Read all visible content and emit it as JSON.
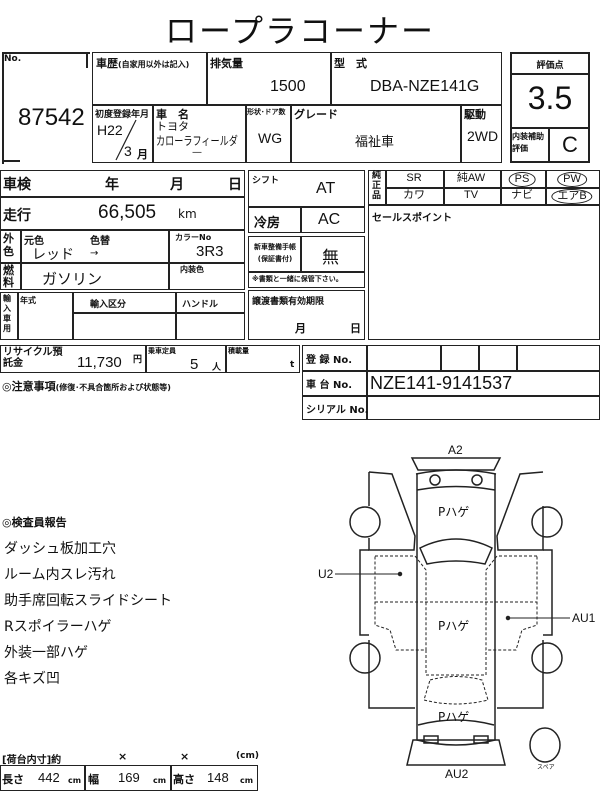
{
  "title": "ロープラコーナー",
  "no": {
    "label": "No.",
    "value": "87542"
  },
  "history": {
    "label": "車歴",
    "note": "(自家用以外は記入)"
  },
  "displacement": {
    "label": "排気量",
    "value": "1500"
  },
  "model_code": {
    "label": "型　式",
    "value": "DBA-NZE141G"
  },
  "first_reg": {
    "label": "初度登録年月",
    "year": "H22",
    "month": "3",
    "month_unit": "月"
  },
  "car_name": {
    "label": "車　名",
    "maker": "トヨタ",
    "model": "カローラフィールダ",
    "sub": "—"
  },
  "body": {
    "label": "形状･ドア数",
    "value": "WG"
  },
  "grade": {
    "label": "グレード",
    "value": "福祉車"
  },
  "drive": {
    "label": "駆動",
    "value": "2WD"
  },
  "score": {
    "label": "評価点",
    "value": "3.5",
    "interior_label": "内装補助評価",
    "interior_value": "C"
  },
  "inspection": {
    "label": "車検",
    "year": "年",
    "month": "月",
    "day": "日"
  },
  "mileage": {
    "label": "走行",
    "value": "66,505",
    "unit": "km"
  },
  "color": {
    "label": "外色",
    "orig_label": "元色",
    "change_label": "色替",
    "value": "レッド",
    "arrow": "→",
    "code_label": "カラーNo",
    "code": "3R3"
  },
  "fuel": {
    "label": "燃料",
    "value": "ガソリン",
    "interior_color_label": "内装色"
  },
  "import": {
    "label": "輸入車用",
    "year": "年式",
    "division": "輸入区分",
    "handle": "ハンドル"
  },
  "shift": {
    "label": "シフト",
    "value": "AT"
  },
  "ac": {
    "label": "冷房",
    "value": "AC"
  },
  "manual": {
    "label": "新車整備手帳(保証書付)",
    "value": "無",
    "note": "※書類と一緒に保管下さい。"
  },
  "transfer": {
    "label": "譲渡書類有効期限",
    "month": "月",
    "day": "日"
  },
  "options": {
    "label": "純正品",
    "items": [
      {
        "t": "SR",
        "c": false
      },
      {
        "t": "純AW",
        "c": false
      },
      {
        "t": "PS",
        "c": true
      },
      {
        "t": "PW",
        "c": true
      },
      {
        "t": "カワ",
        "c": false
      },
      {
        "t": "TV",
        "c": false
      },
      {
        "t": "ナビ",
        "c": false
      },
      {
        "t": "エアB",
        "c": true
      }
    ]
  },
  "sales_point": {
    "label": "セールスポイント"
  },
  "recycle": {
    "label": "リサイクル預託金",
    "value": "11,730",
    "unit": "円"
  },
  "capacity": {
    "label": "乗車定員",
    "value": "5",
    "unit": "人"
  },
  "load": {
    "label": "積載量",
    "unit": "t"
  },
  "reg_no": {
    "label": "登 録 No."
  },
  "chassis_no": {
    "label": "車 台 No.",
    "value": "NZE141-9141537"
  },
  "serial_no": {
    "label": "シリアル No."
  },
  "caution": {
    "label": "◎注意事項",
    "note": "(修復･不具合箇所および状態等)"
  },
  "inspector": {
    "label": "◎検査員報告",
    "lines": [
      "ダッシュ板加工穴",
      "ルーム内スレ汚れ",
      "助手席回転スライドシート",
      "Rスポイラーハゲ",
      "外装一部ハゲ",
      "各キズ凹"
    ]
  },
  "cargo": {
    "label": "[荷台内寸]約",
    "x": "×",
    "unit_label": "(cm)",
    "length_label": "長さ",
    "length": "442",
    "width_label": "幅",
    "width": "169",
    "height_label": "高さ",
    "height": "148",
    "unit": "cm"
  },
  "diagram": {
    "top": "A2",
    "bottom": "AU2",
    "left": "U2",
    "right": "AU1",
    "hood": "Pハゲ",
    "roof": "Pハゲ",
    "rear": "Pハゲ",
    "spare": "スペア"
  }
}
